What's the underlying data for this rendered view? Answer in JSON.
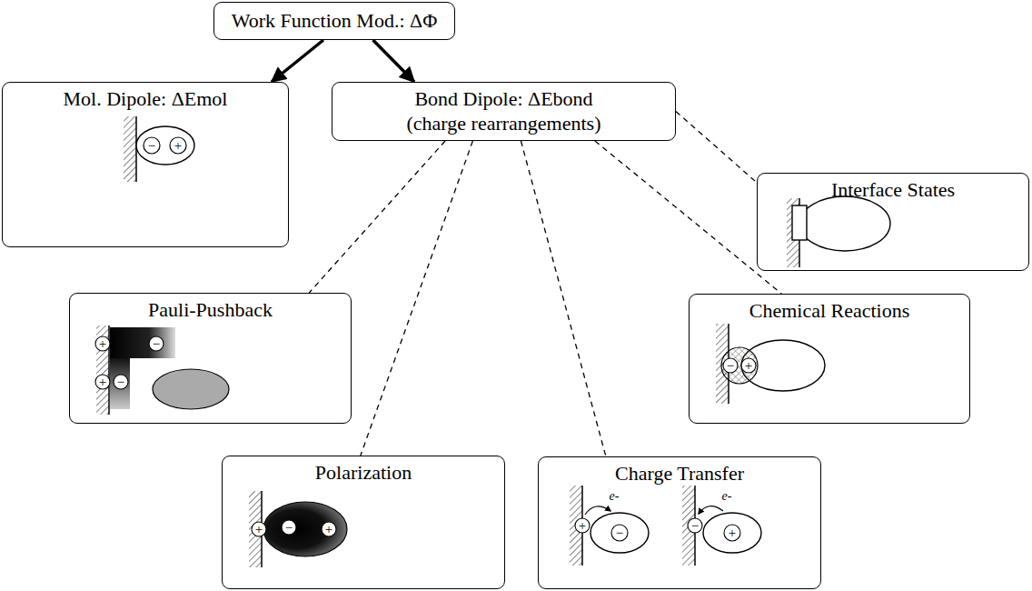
{
  "diagram": {
    "nodes": [
      {
        "text": [
          "Work Function Mod.: ΔΦ"
        ]
      },
      {
        "text": [
          "Mol. Dipole: ΔEmol"
        ]
      },
      {
        "text": [
          "Bond Dipole: ΔEbond",
          "(charge rearrangements)"
        ]
      },
      {
        "text": [
          "Interface States"
        ]
      },
      {
        "text": [
          "Pauli-Pushback"
        ]
      },
      {
        "text": [
          "Chemical Reactions"
        ]
      },
      {
        "text": [
          "Polarization"
        ]
      },
      {
        "text": [
          "Charge Transfer"
        ]
      }
    ],
    "edges": [
      {
        "from": 0,
        "to": 1,
        "arrow": "to"
      },
      {
        "from": 0,
        "to": 2,
        "arrow": "to"
      },
      {
        "from": 2,
        "to": 3,
        "arrow": "none"
      },
      {
        "from": 2,
        "to": 4,
        "arrow": "none"
      },
      {
        "from": 2,
        "to": 5,
        "arrow": "none"
      },
      {
        "from": 2,
        "to": 6,
        "arrow": "none"
      },
      {
        "from": 2,
        "to": 7,
        "arrow": "none"
      }
    ],
    "labels": [
      "−",
      "+",
      "+",
      "−",
      "+",
      "−",
      "+",
      "−",
      "+",
      "e-",
      "+",
      "−",
      "e-",
      "−",
      "+",
      "−",
      "+"
    ]
  }
}
